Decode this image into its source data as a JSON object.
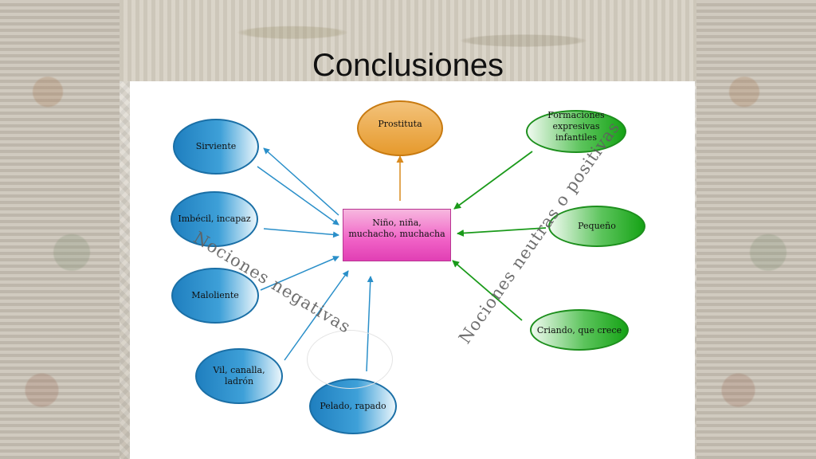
{
  "title": "Conclusiones",
  "center": "Niño, niña, muchacho, muchacha",
  "top": "Prostituta",
  "negative": {
    "label": "Nociones negativas",
    "nodes": [
      "Sirviente",
      "Imbécil, incapaz",
      "Maloliente",
      "Vil, canalla, ladrón",
      "Pelado, rapado"
    ]
  },
  "neutral": {
    "label": "Nociones neutras o positivas",
    "nodes": [
      "Formaciones expresivas infantiles",
      "Pequeño",
      "Criando, que crece"
    ]
  },
  "colors": {
    "negative": "#2b8fcf",
    "neutral": "#1fa81f",
    "top": "#e69a2d",
    "center": "#f061c6"
  }
}
